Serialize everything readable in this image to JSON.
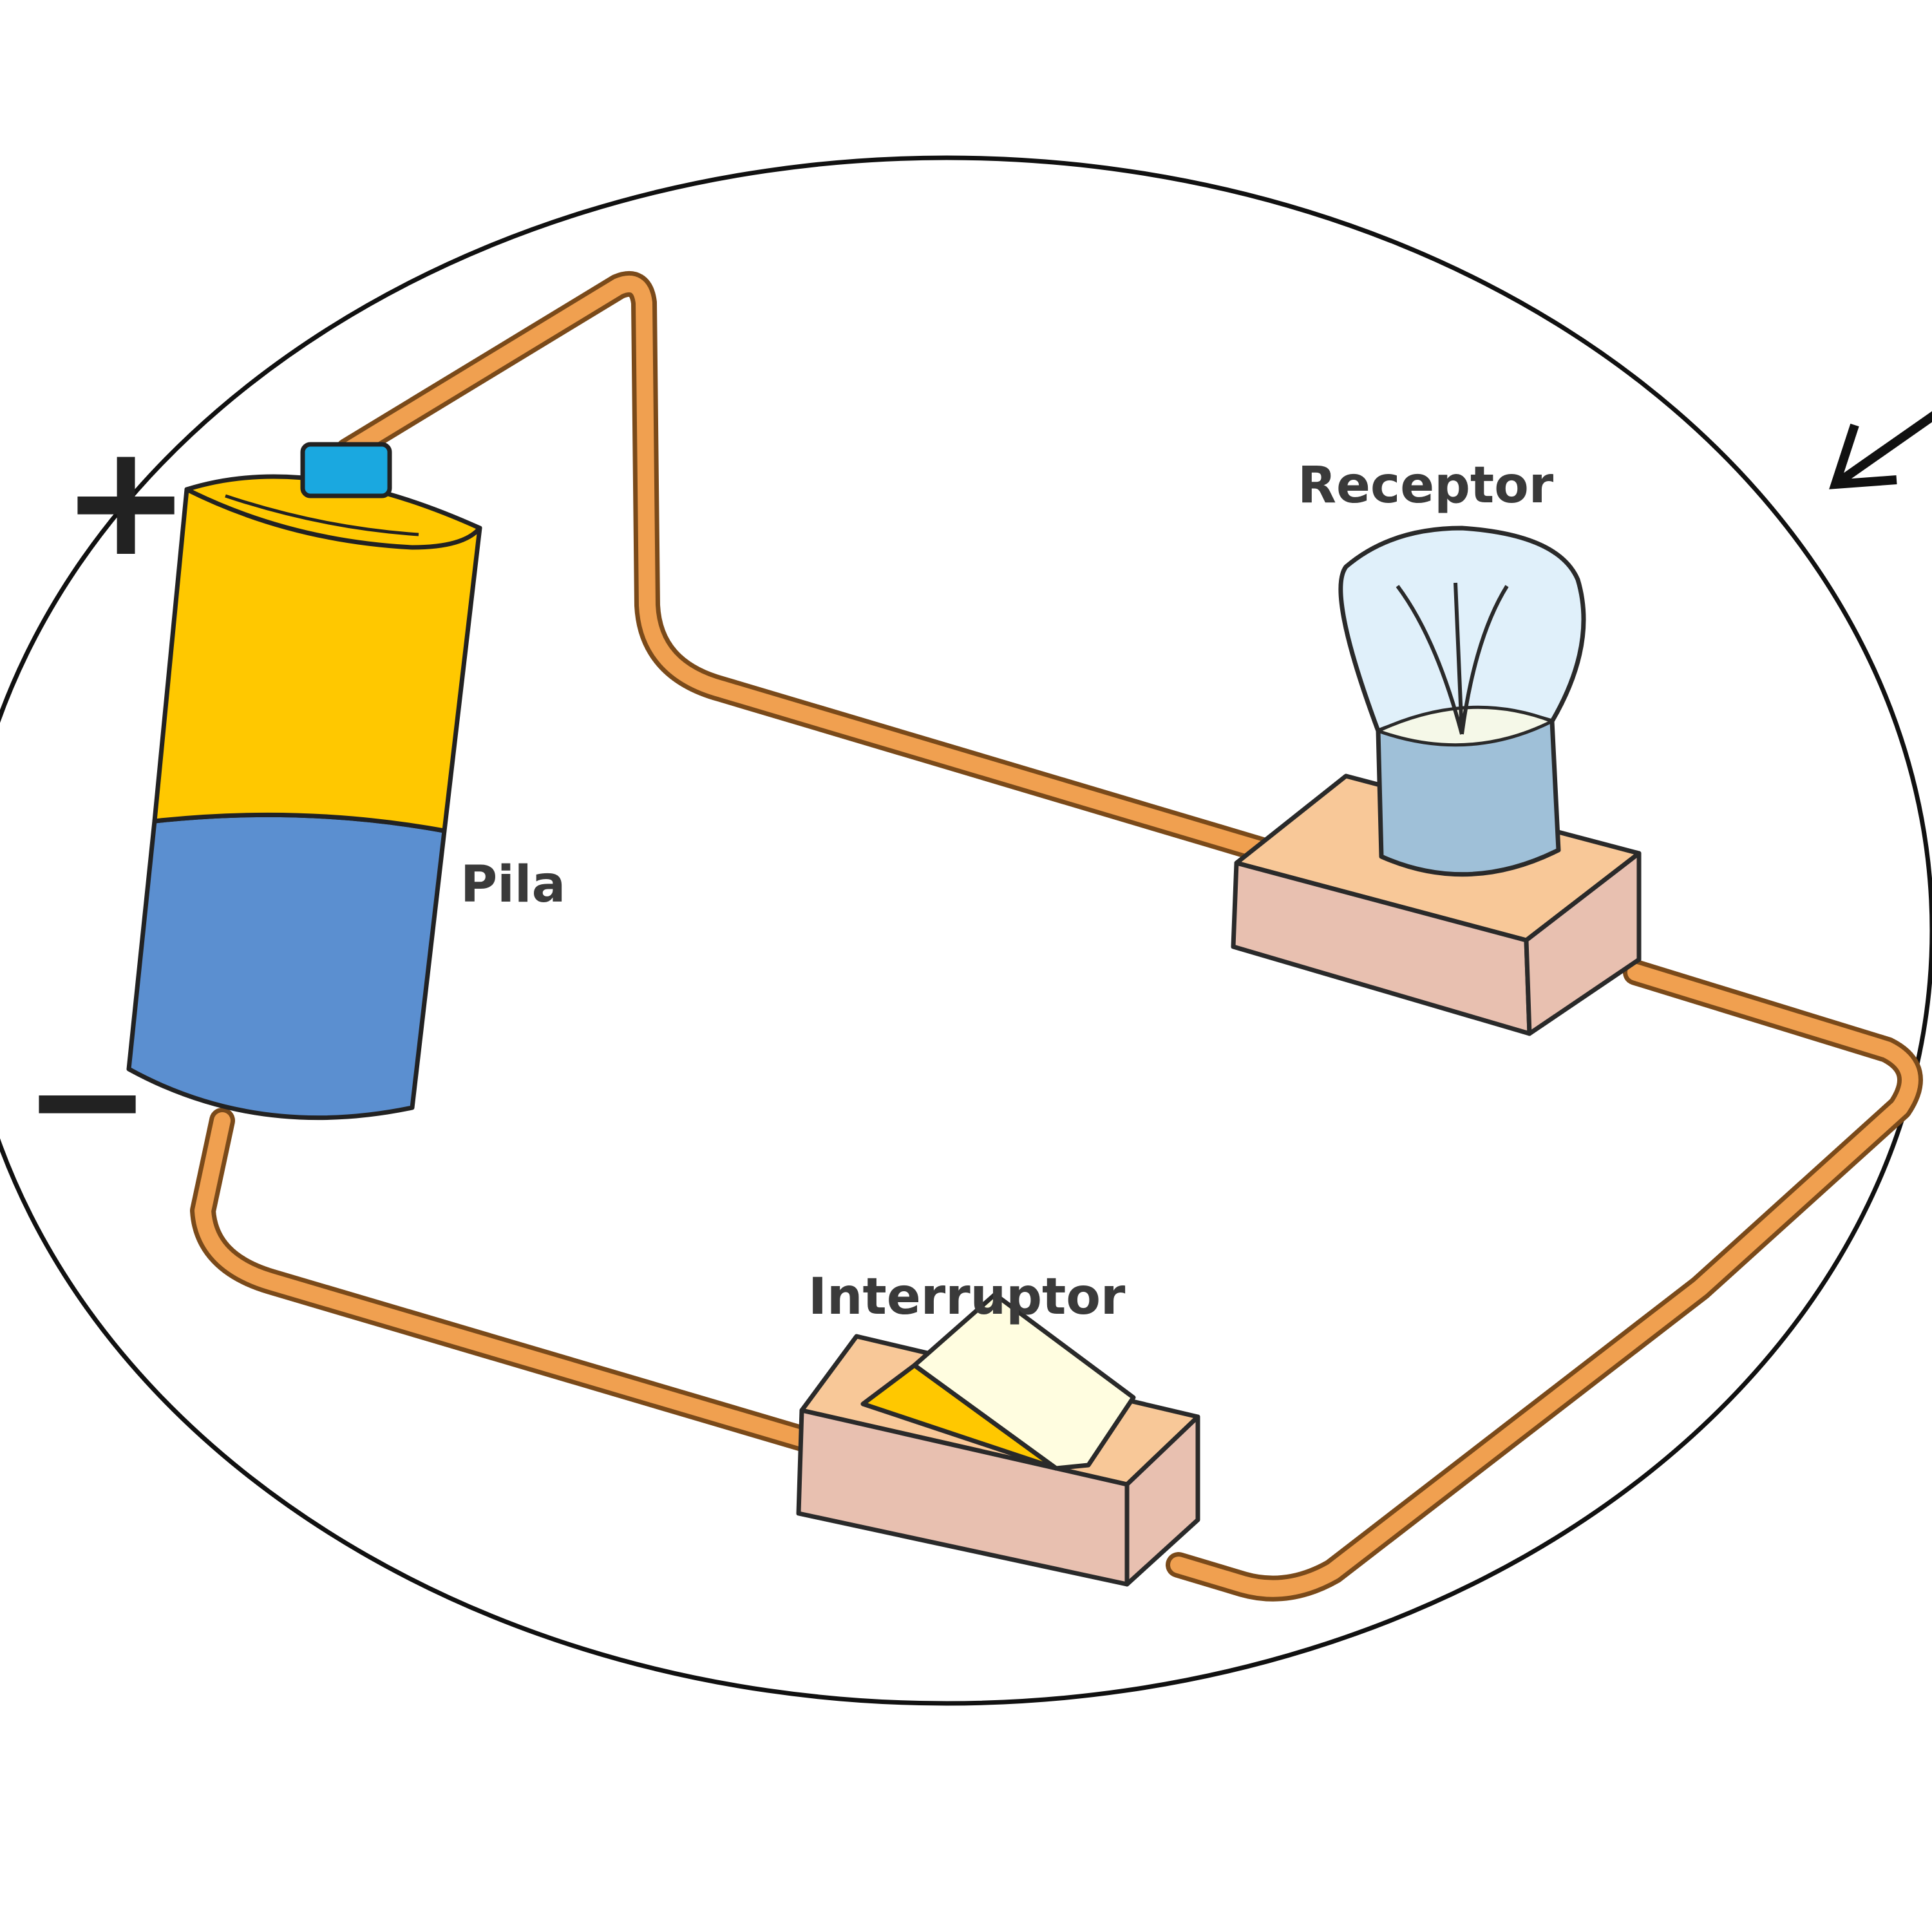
{
  "diagram": {
    "type": "electric-circuit",
    "labels": {
      "receptor": "Receptor",
      "pila": "Pila",
      "interruptor": "Interruptor",
      "positive": "+",
      "negative": "−"
    },
    "components": [
      {
        "id": "pila",
        "role": "battery",
        "label": "Pila"
      },
      {
        "id": "receptor",
        "role": "light-bulb",
        "label": "Receptor"
      },
      {
        "id": "interruptor",
        "role": "switch",
        "label": "Interruptor"
      }
    ],
    "colors": {
      "wire": "#F0A050",
      "wire_outline": "#7a4a1a",
      "battery_top": "#FFC800",
      "battery_bottom": "#5B8FD0",
      "battery_terminal": "#1AA8E0",
      "base_top": "#F8C898",
      "base_side": "#E8C0B0",
      "bulb_glass": "#DDEEFA",
      "bulb_socket": "#9FC0D8",
      "switch_lever": "#FFFDE0",
      "switch_contact": "#FFC800",
      "outline": "#222222"
    }
  }
}
